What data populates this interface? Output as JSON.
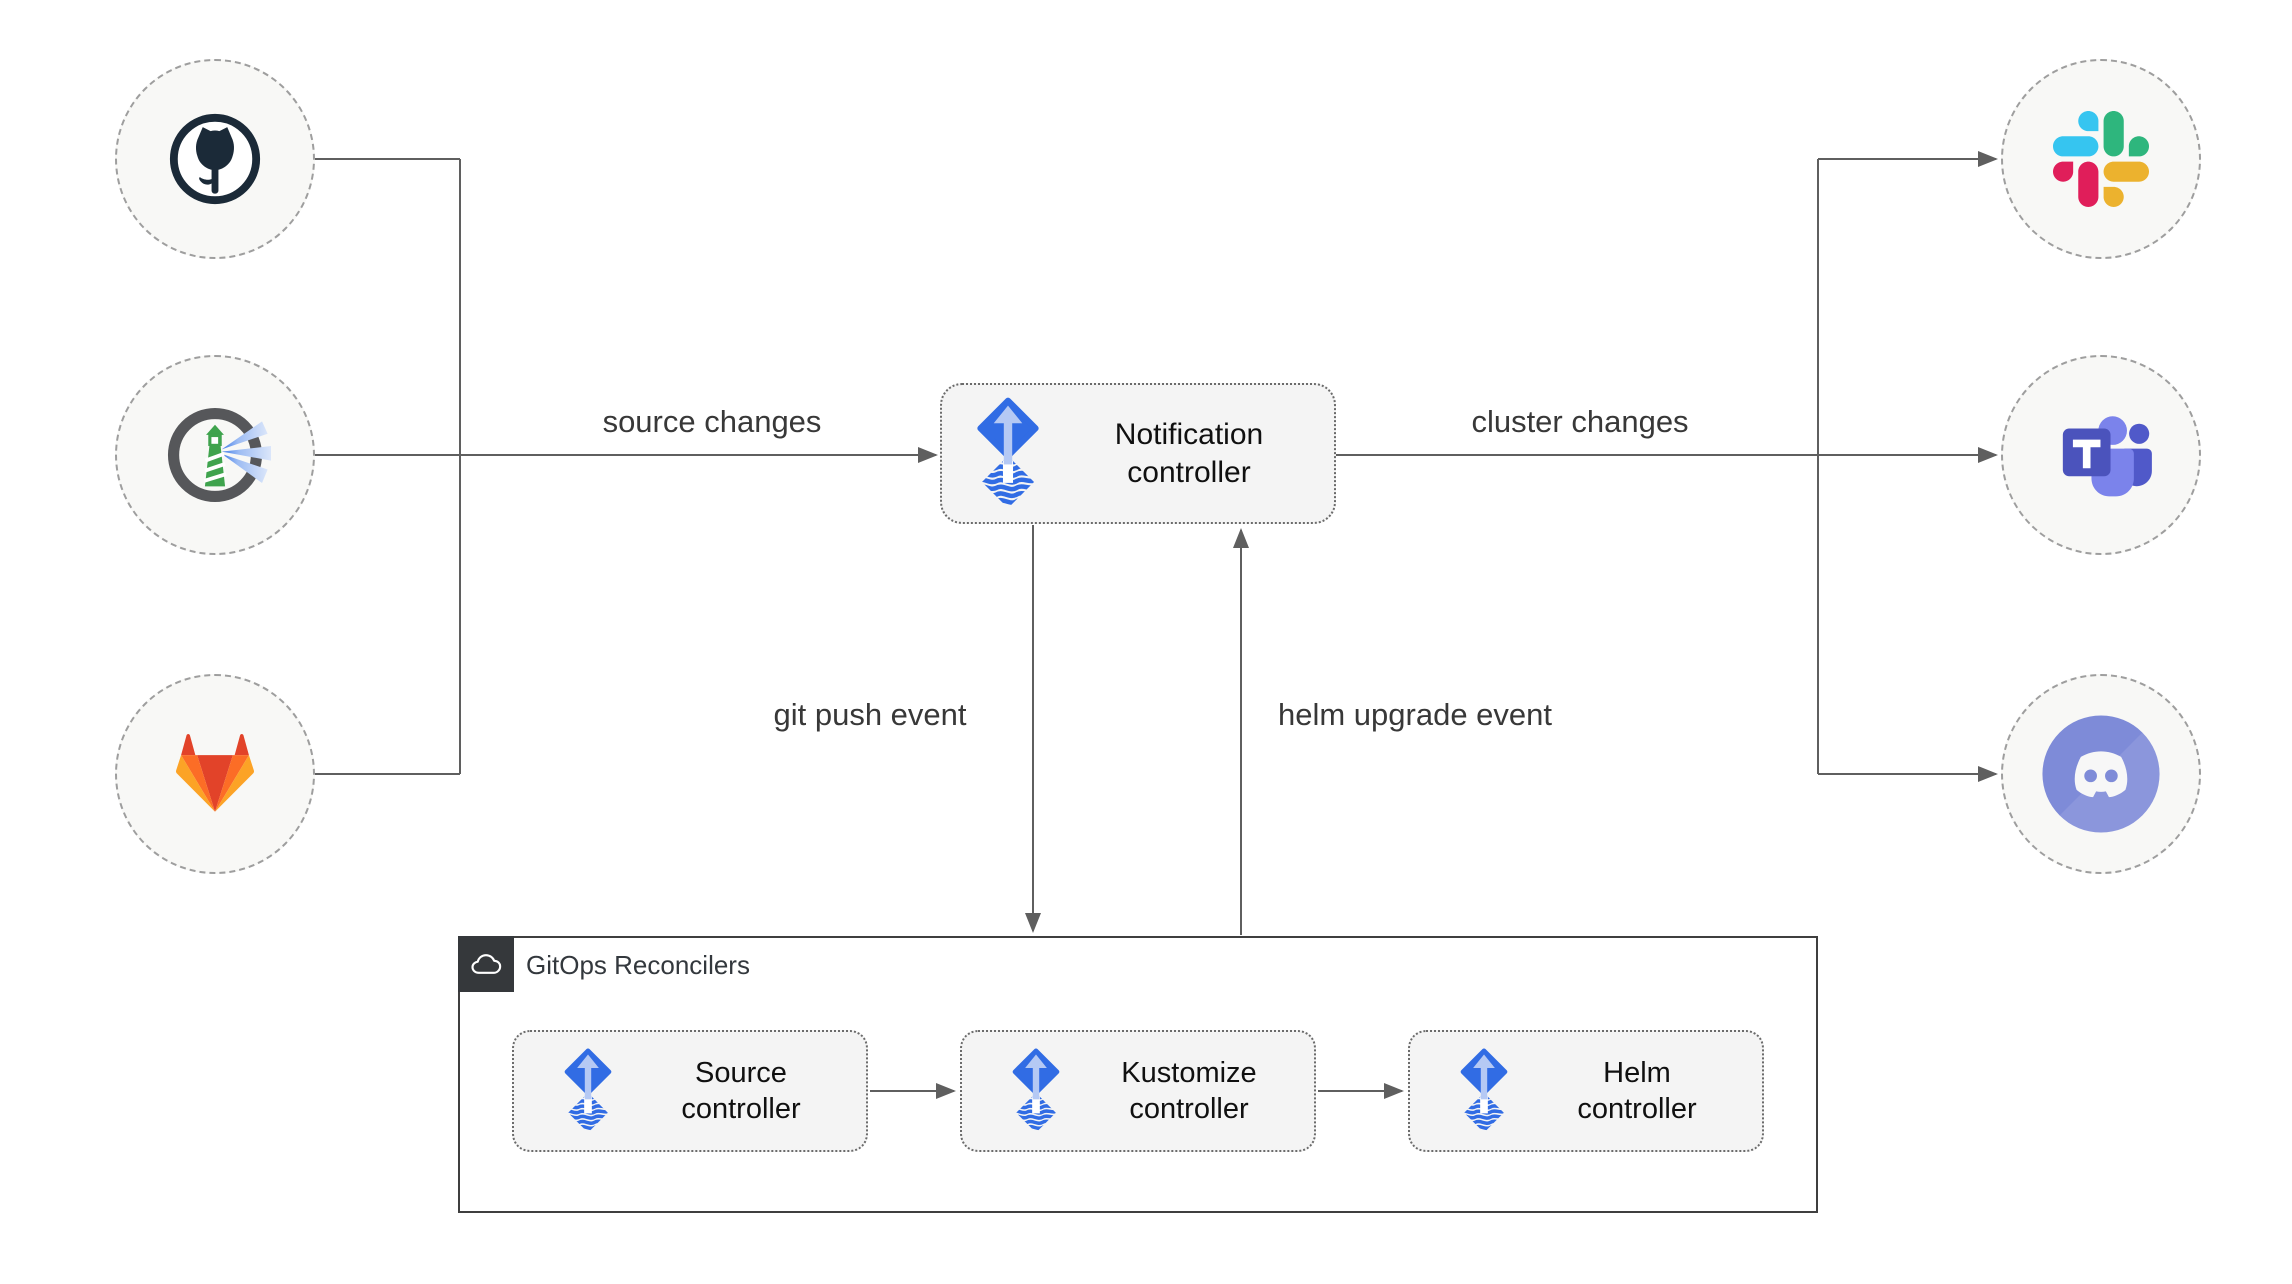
{
  "notification": {
    "line1": "Notification",
    "line2": "controller",
    "icon": "flux-icon"
  },
  "sources": [
    {
      "id": "github",
      "icon": "github-icon"
    },
    {
      "id": "harbor",
      "icon": "harbor-icon"
    },
    {
      "id": "gitlab",
      "icon": "gitlab-icon"
    }
  ],
  "targets": [
    {
      "id": "slack",
      "icon": "slack-icon"
    },
    {
      "id": "teams",
      "icon": "microsoft-teams-icon"
    },
    {
      "id": "discord",
      "icon": "discord-icon"
    }
  ],
  "edges": [
    {
      "from": "sources",
      "to": "notification-controller",
      "label": "source changes"
    },
    {
      "from": "notification-controller",
      "to": "targets",
      "label": "cluster changes"
    },
    {
      "from": "notification-controller",
      "to": "gitops-reconcilers",
      "label": "git push event"
    },
    {
      "from": "gitops-reconcilers",
      "to": "notification-controller",
      "label": "helm upgrade event"
    }
  ],
  "reconcilers": {
    "title": "GitOps Reconcilers",
    "icon": "cloud-icon",
    "items": [
      {
        "line1": "Source",
        "line2": "controller",
        "icon": "flux-icon"
      },
      {
        "line1": "Kustomize",
        "line2": "controller",
        "icon": "flux-icon"
      },
      {
        "line1": "Helm",
        "line2": "controller",
        "icon": "flux-icon"
      }
    ]
  },
  "colors": {
    "flux_blue": "#316ce4",
    "flux_arrow_light": "#b5c9f4",
    "wire_gray": "#5f5f5f",
    "node_fill": "#f8f8f6",
    "box_fill": "#f4f4f4",
    "group_border": "#3f3f3f",
    "badge_dark": "#35383b",
    "github_dark": "#1b2a38",
    "harbor_gray": "#56575a",
    "harbor_green": "#3fa34d",
    "gitlab_red": "#e24329",
    "gitlab_orange": "#fc6d26",
    "gitlab_yellow": "#fca326",
    "slack_blue": "#36c5f0",
    "slack_green": "#2eb67d",
    "slack_red": "#e01e5a",
    "slack_yellow": "#ecb22e",
    "teams_purple": "#4b53bc",
    "teams_light": "#7b83eb",
    "teams_mid": "#5059c9",
    "discord_blurple": "#7e8bd8"
  }
}
